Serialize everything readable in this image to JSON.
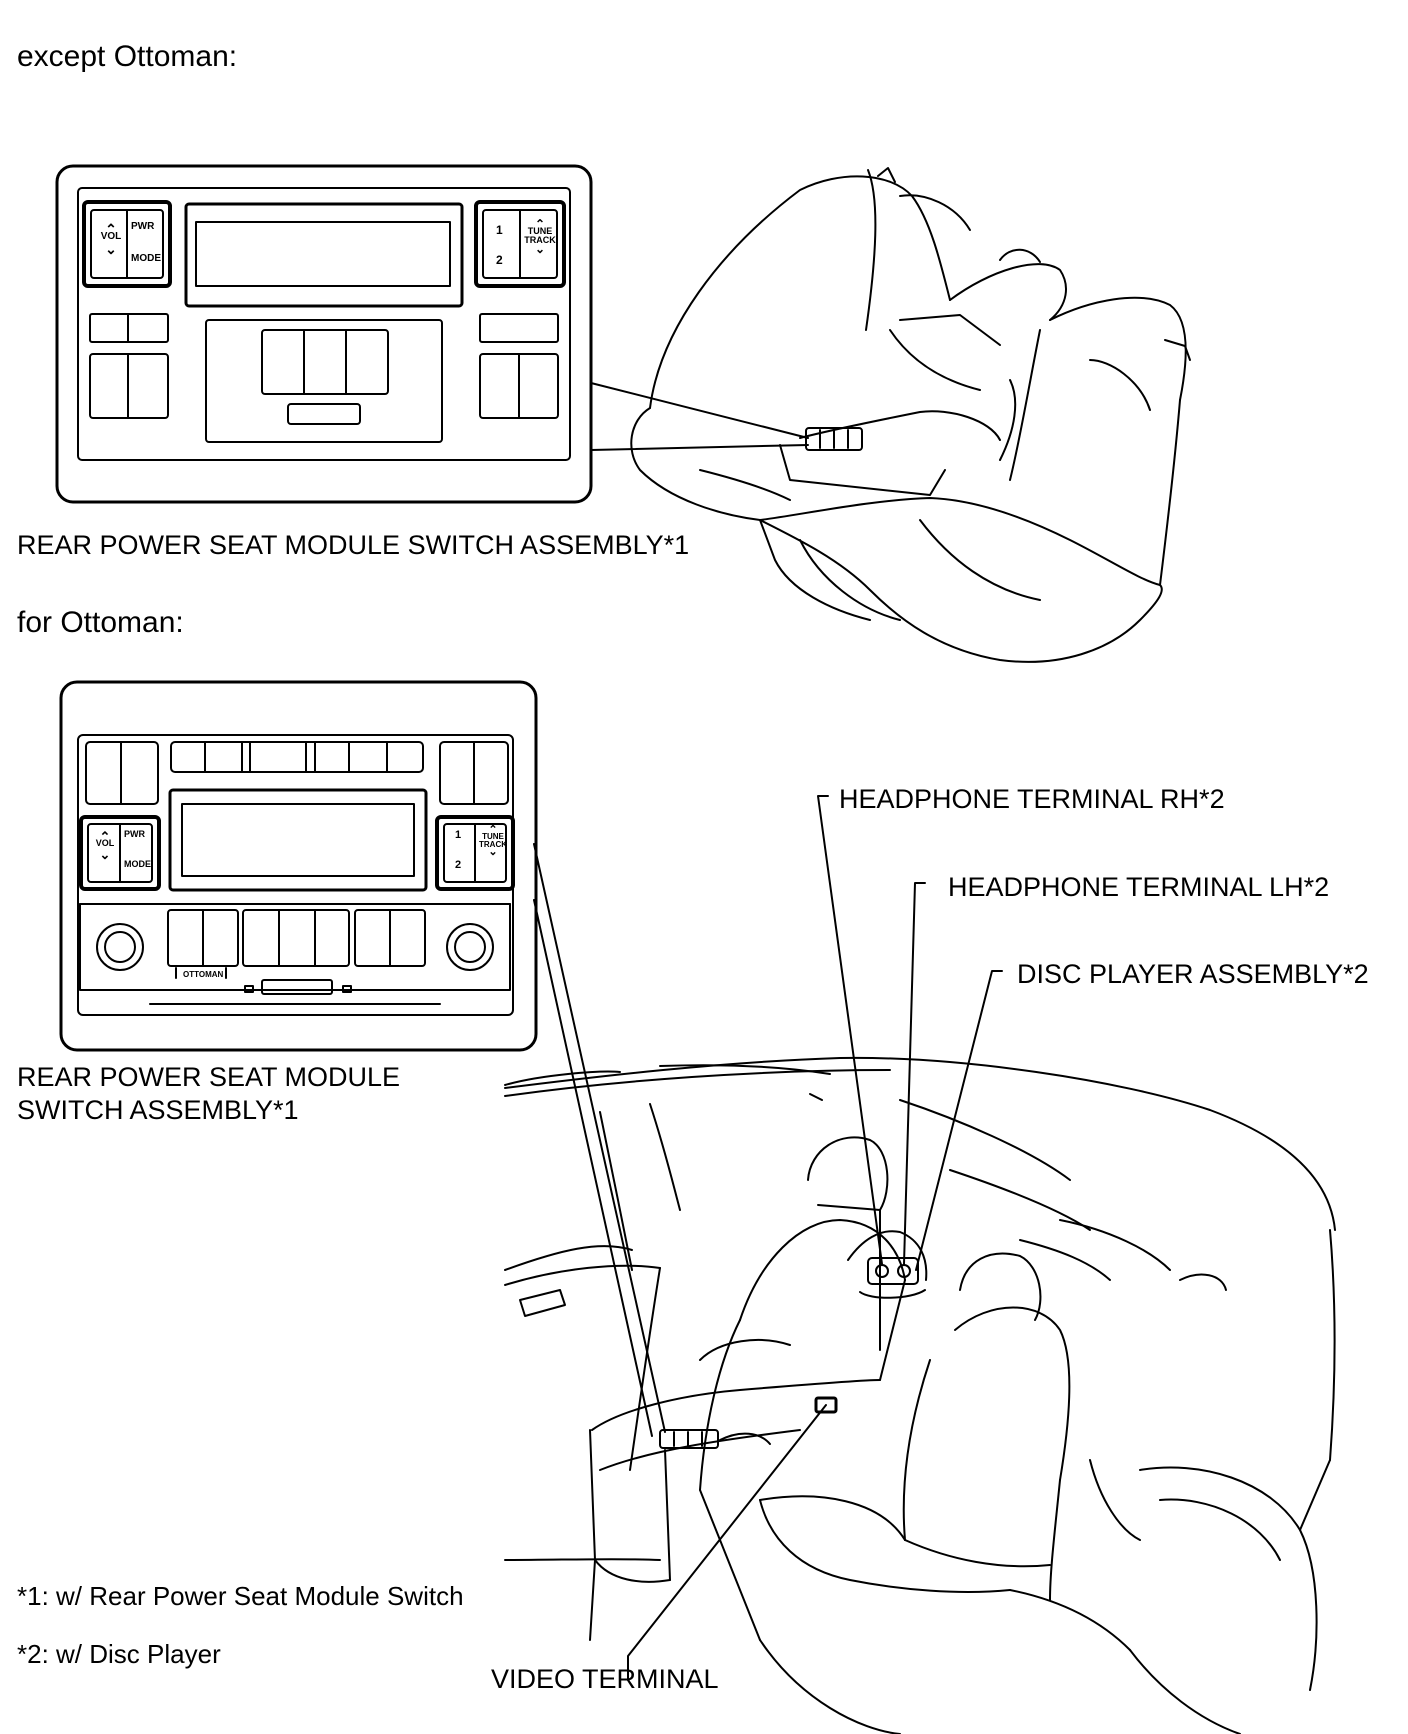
{
  "sections": {
    "except_ottoman": "except Ottoman:",
    "for_ottoman": "for Ottoman:"
  },
  "labels": {
    "switch_assembly_top": "REAR POWER SEAT MODULE SWITCH ASSEMBLY*1",
    "switch_assembly_bottom_line1": "REAR POWER SEAT MODULE",
    "switch_assembly_bottom_line2": "SWITCH ASSEMBLY*1",
    "headphone_rh": "HEADPHONE TERMINAL RH*2",
    "headphone_lh": "HEADPHONE TERMINAL LH*2",
    "disc_player": "DISC PLAYER ASSEMBLY*2",
    "video_terminal": "VIDEO TERMINAL"
  },
  "notes": {
    "note1": "*1: w/ Rear Power Seat Module Switch",
    "note2": "*2: w/ Disc Player"
  },
  "switch_keys": {
    "vol": "VOL",
    "pwr": "PWR",
    "mode": "MODE",
    "one": "1",
    "two": "2",
    "tune": "TUNE",
    "track": "TRACK",
    "ottoman": "OTTOMAN"
  },
  "colors": {
    "line": "#000000",
    "background": "#ffffff"
  }
}
